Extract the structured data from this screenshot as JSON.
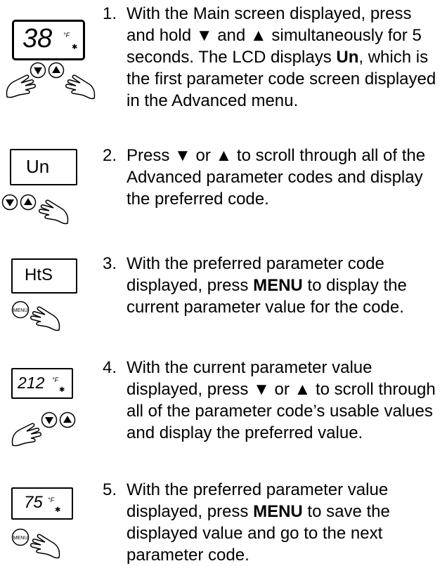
{
  "steps": [
    {
      "number": "1.",
      "display": "38",
      "unit": "°F",
      "parts": [
        {
          "t": "With the Main screen displayed, press and hold ",
          "b": false
        },
        {
          "t": "▼",
          "b": false
        },
        {
          "t": " and ",
          "b": false
        },
        {
          "t": "▲",
          "b": false
        },
        {
          "t": " simultaneously for 5 seconds. The LCD displays ",
          "b": false
        },
        {
          "t": "Un",
          "b": true
        },
        {
          "t": ", which is the first parameter code screen displayed in the Advanced menu.",
          "b": false
        }
      ],
      "buttons": [
        "down-arrow",
        "up-arrow"
      ]
    },
    {
      "number": "2.",
      "display": "Un",
      "parts": [
        {
          "t": "Press ",
          "b": false
        },
        {
          "t": "▼",
          "b": false
        },
        {
          "t": " or ",
          "b": false
        },
        {
          "t": "▲",
          "b": false
        },
        {
          "t": " to scroll through all of the Advanced parameter codes and display the preferred code.",
          "b": false
        }
      ],
      "buttons": [
        "down-arrow",
        "up-arrow"
      ]
    },
    {
      "number": "3.",
      "display": "HtS",
      "button_label": "MENU",
      "parts": [
        {
          "t": "With the preferred parameter code displayed, press ",
          "b": false
        },
        {
          "t": "MENU",
          "b": true
        },
        {
          "t": " to display the current parameter value for the code.",
          "b": false
        }
      ],
      "buttons": [
        "menu"
      ]
    },
    {
      "number": "4.",
      "display": "212",
      "unit": "°F",
      "parts": [
        {
          "t": "With the current parameter value displayed, press ",
          "b": false
        },
        {
          "t": "▼",
          "b": false
        },
        {
          "t": " or ",
          "b": false
        },
        {
          "t": "▲",
          "b": false
        },
        {
          "t": " to scroll through all of the parameter code’s usable values and display the preferred value.",
          "b": false
        }
      ],
      "buttons": [
        "down-arrow",
        "up-arrow"
      ]
    },
    {
      "number": "5.",
      "display": "75",
      "unit": "°F",
      "button_label": "MENU",
      "parts": [
        {
          "t": "With the preferred parameter value displayed, press ",
          "b": false
        },
        {
          "t": "MENU",
          "b": true
        },
        {
          "t": " to save the displayed value and go to the next parameter code.",
          "b": false
        }
      ],
      "buttons": [
        "menu"
      ]
    }
  ],
  "snowflake": "✱"
}
